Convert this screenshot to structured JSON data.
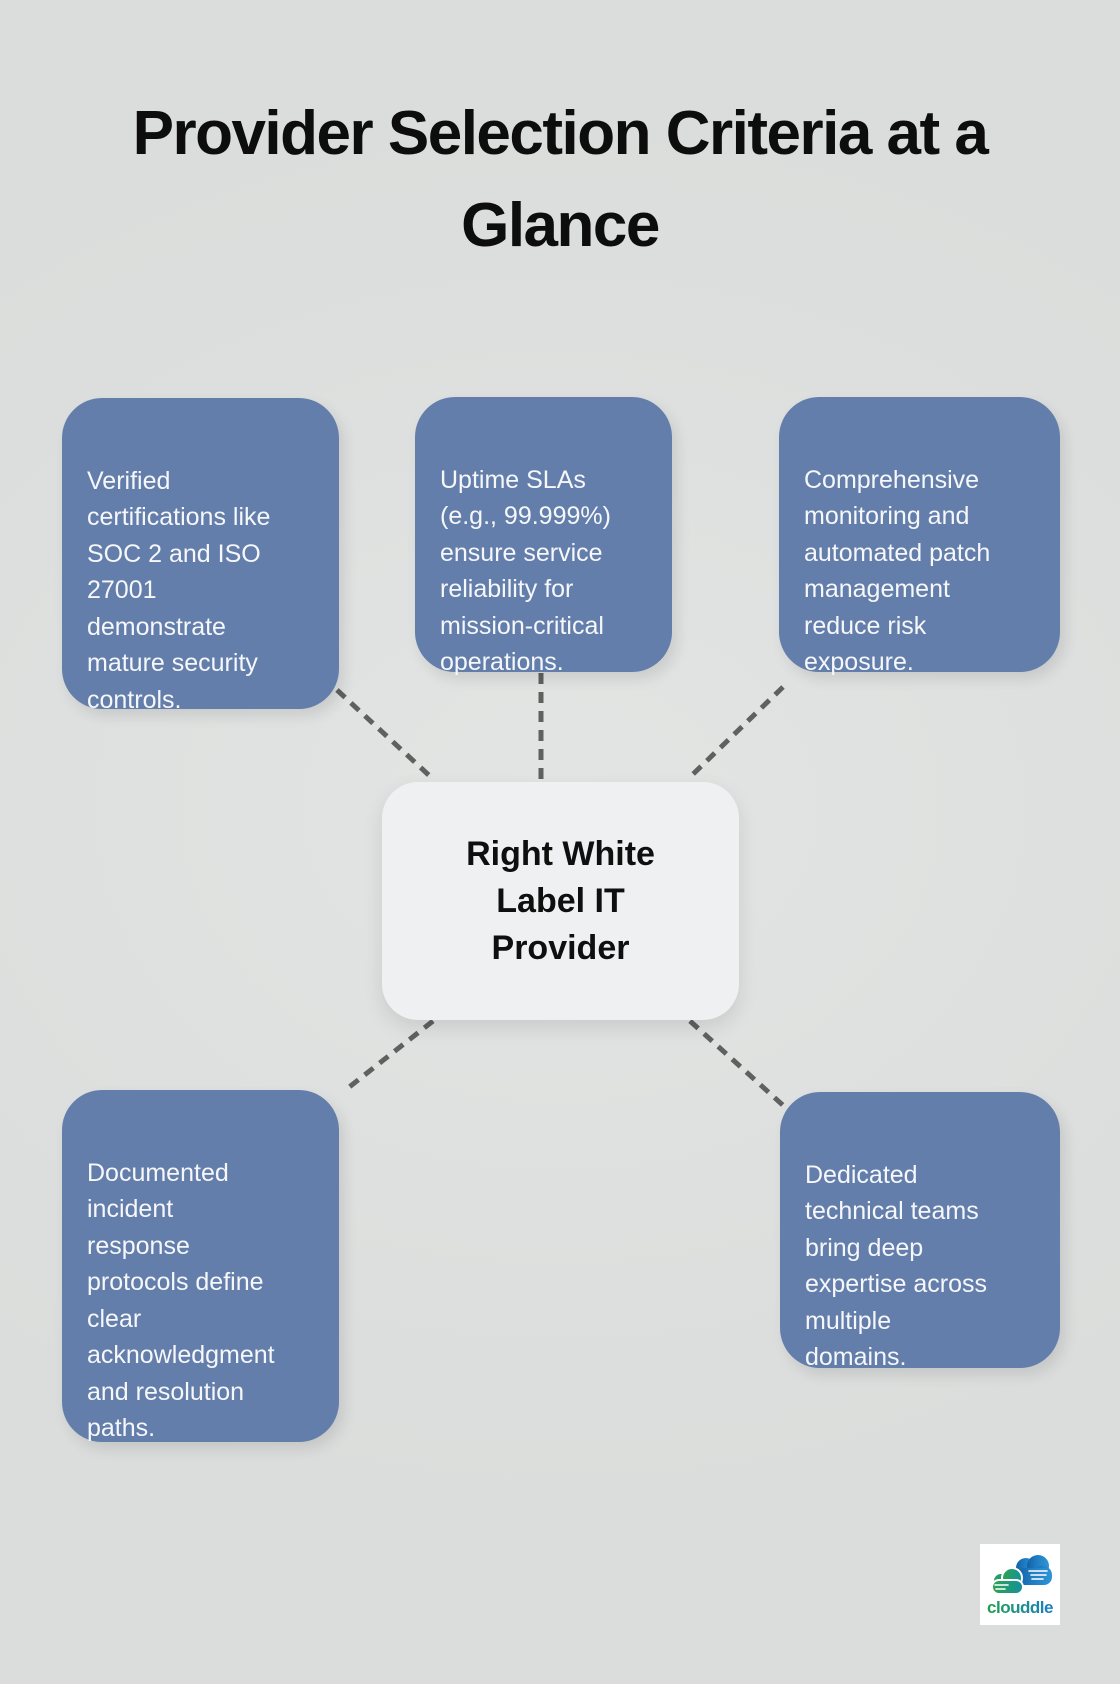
{
  "title": "Provider Selection Criteria at a\nGlance",
  "center": {
    "label": "Right White\nLabel IT\nProvider"
  },
  "criteria": [
    {
      "id": "certifications",
      "text": "Verified\ncertifications like\nSOC 2 and ISO\n27001\ndemonstrate\nmature security\ncontrols."
    },
    {
      "id": "uptime-slas",
      "text": "Uptime SLAs\n(e.g., 99.999%)\nensure service\nreliability for\nmission-critical\noperations."
    },
    {
      "id": "monitoring",
      "text": "Comprehensive\nmonitoring and\nautomated patch\nmanagement\nreduce risk\nexposure."
    },
    {
      "id": "incident-response",
      "text": "Documented\nincident\nresponse\nprotocols define\nclear\nacknowledgment\nand resolution\npaths."
    },
    {
      "id": "technical-teams",
      "text": "Dedicated\ntechnical teams\nbring deep\nexpertise across\nmultiple\ndomains."
    }
  ],
  "logo": {
    "name": "clouddle"
  },
  "colors": {
    "background": "#dedfde",
    "card_blue": "#647eac",
    "card_text": "#f5f7f9",
    "center_bg": "#eef0f1",
    "center_text": "#0f0f0f",
    "connector_gray": "#606060",
    "title_black": "#0d0d0d",
    "logo_green": "#21a24d",
    "logo_blue": "#1b7ec5"
  }
}
